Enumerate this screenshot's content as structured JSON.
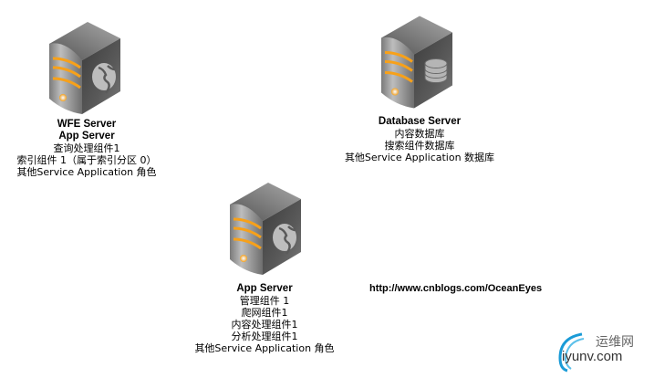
{
  "servers": [
    {
      "icon": "web-server-icon",
      "emblem": "globe",
      "title_lines": [
        "WFE Server",
        "App Server"
      ],
      "lines": [
        "查询处理组件1",
        "索引组件 1（属于索引分区 0）",
        "其他Service Application 角色"
      ]
    },
    {
      "icon": "database-server-icon",
      "emblem": "database",
      "title_lines": [
        "Database Server"
      ],
      "lines": [
        "内容数据库",
        "搜索组件数据库",
        "其他Service Application 数据库"
      ]
    },
    {
      "icon": "app-server-icon",
      "emblem": "globe",
      "title_lines": [
        "App Server"
      ],
      "lines": [
        "管理组件 1",
        "爬网组件1",
        "内容处理组件1",
        "分析处理组件1",
        "其他Service Application 角色"
      ]
    }
  ],
  "url_text": "http://www.cnblogs.com/OceanEyes",
  "watermark": {
    "cn": "运维网",
    "en": "iyunv.com"
  },
  "colors": {
    "accent_stripe": "#f7a11a",
    "server_dark": "#4a4a4a",
    "server_light": "#9a9a9a",
    "watermark_blue": "#1a9bd7"
  }
}
